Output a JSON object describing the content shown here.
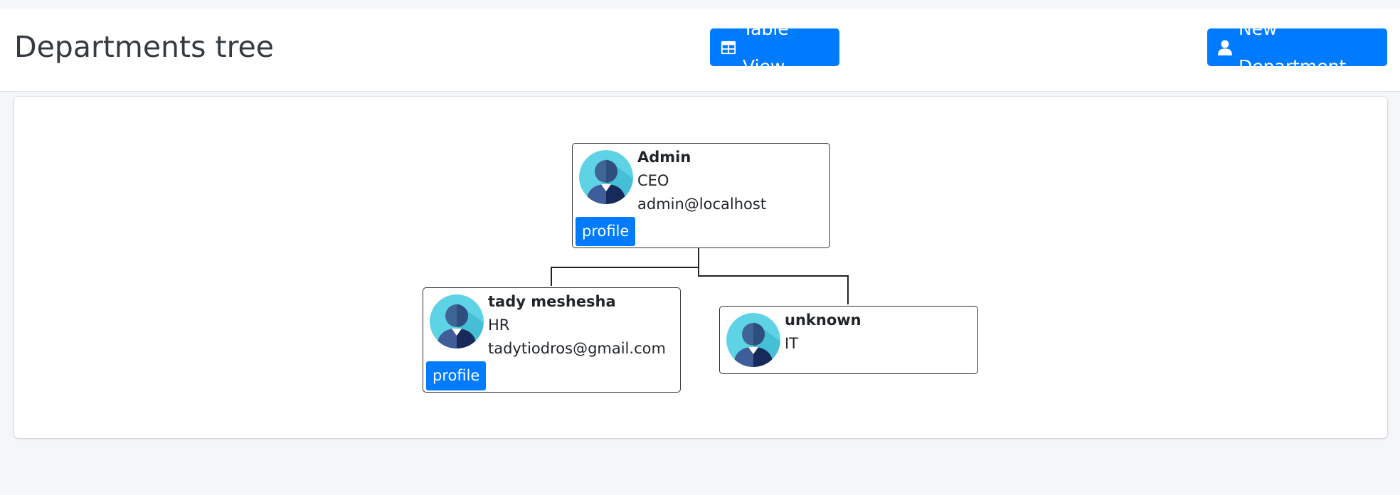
{
  "header": {
    "title": "Departments tree",
    "table_view_label": "Table View",
    "new_department_label": "New Department"
  },
  "tree": {
    "root": {
      "name": "Admin",
      "role": "CEO",
      "email": "admin@localhost",
      "profile_label": "profile"
    },
    "children": [
      {
        "name": "tady meshesha",
        "role": "HR",
        "email": "tadytiodros@gmail.com",
        "profile_label": "profile"
      },
      {
        "name": "unknown",
        "role": "IT"
      }
    ]
  },
  "colors": {
    "primary": "#007bff",
    "background": "#f4f6f9",
    "avatar_bg": "#5ed3e6",
    "avatar_dark": "#172a5a"
  },
  "icons": {
    "table_view": "table-icon",
    "new_department": "user-icon",
    "avatar": "avatar-icon"
  }
}
